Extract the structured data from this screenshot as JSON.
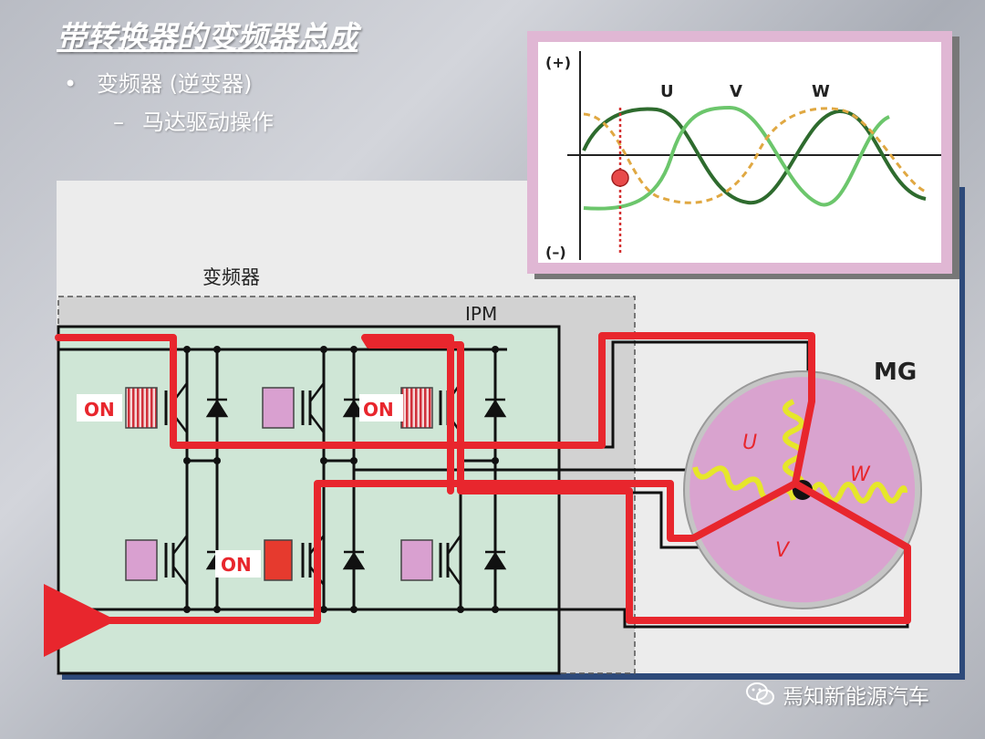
{
  "slide": {
    "title": "带转换器的变频器总成",
    "bullet": "变频器 (逆变器)",
    "sub_bullet": "马达驱动操作"
  },
  "diagram": {
    "inverter_label": "变频器",
    "ipm_label": "IPM",
    "motor_label": "MG",
    "coil_u": "U",
    "coil_v": "V",
    "coil_w": "W",
    "on_label_1": "ON",
    "on_label_2": "ON",
    "on_label_3": "ON"
  },
  "waveform": {
    "plus_label": "(+)",
    "minus_label": "(–)",
    "u_label": "U",
    "v_label": "V",
    "w_label": "W"
  },
  "watermark": "焉知新能源汽车",
  "colors": {
    "current_path": "#e8262d",
    "ipm_fill": "#cfe6d6",
    "motor_fill": "#d9a3cf",
    "coil": "#e6e62a",
    "gate_off": "#d9a0d0",
    "gate_on_active": "#e63a2e"
  }
}
